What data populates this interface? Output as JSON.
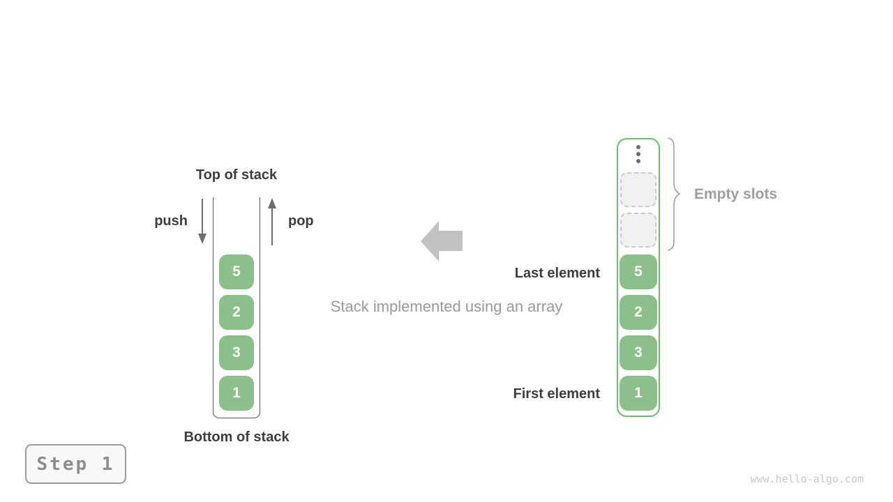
{
  "diagram": {
    "title_caption": "Stack implemented using an array",
    "left_stack": {
      "top_label": "Top of stack",
      "bottom_label": "Bottom of stack",
      "push_label": "push",
      "pop_label": "pop",
      "elements": [
        "5",
        "2",
        "3",
        "1"
      ]
    },
    "array_stack": {
      "elements": [
        "5",
        "2",
        "3",
        "1"
      ],
      "empty_slot_count": 2,
      "last_element_label": "Last element",
      "first_element_label": "First element",
      "empty_slots_label": "Empty slots"
    },
    "footer": {
      "step_label": "Step 1",
      "watermark": "www.hello-algo.com"
    },
    "colors": {
      "element_green": "#8cbf8c",
      "container_border_green": "#6fba6f",
      "dark_text": "#3d3d3d",
      "gray_text": "#9e9e9e",
      "small_arrow_gray": "#6e6e6e",
      "big_arrow_gray": "#c2c2c2",
      "empty_slot_fill": "#f1f1f1",
      "empty_slot_border": "#cbcbcb"
    }
  }
}
